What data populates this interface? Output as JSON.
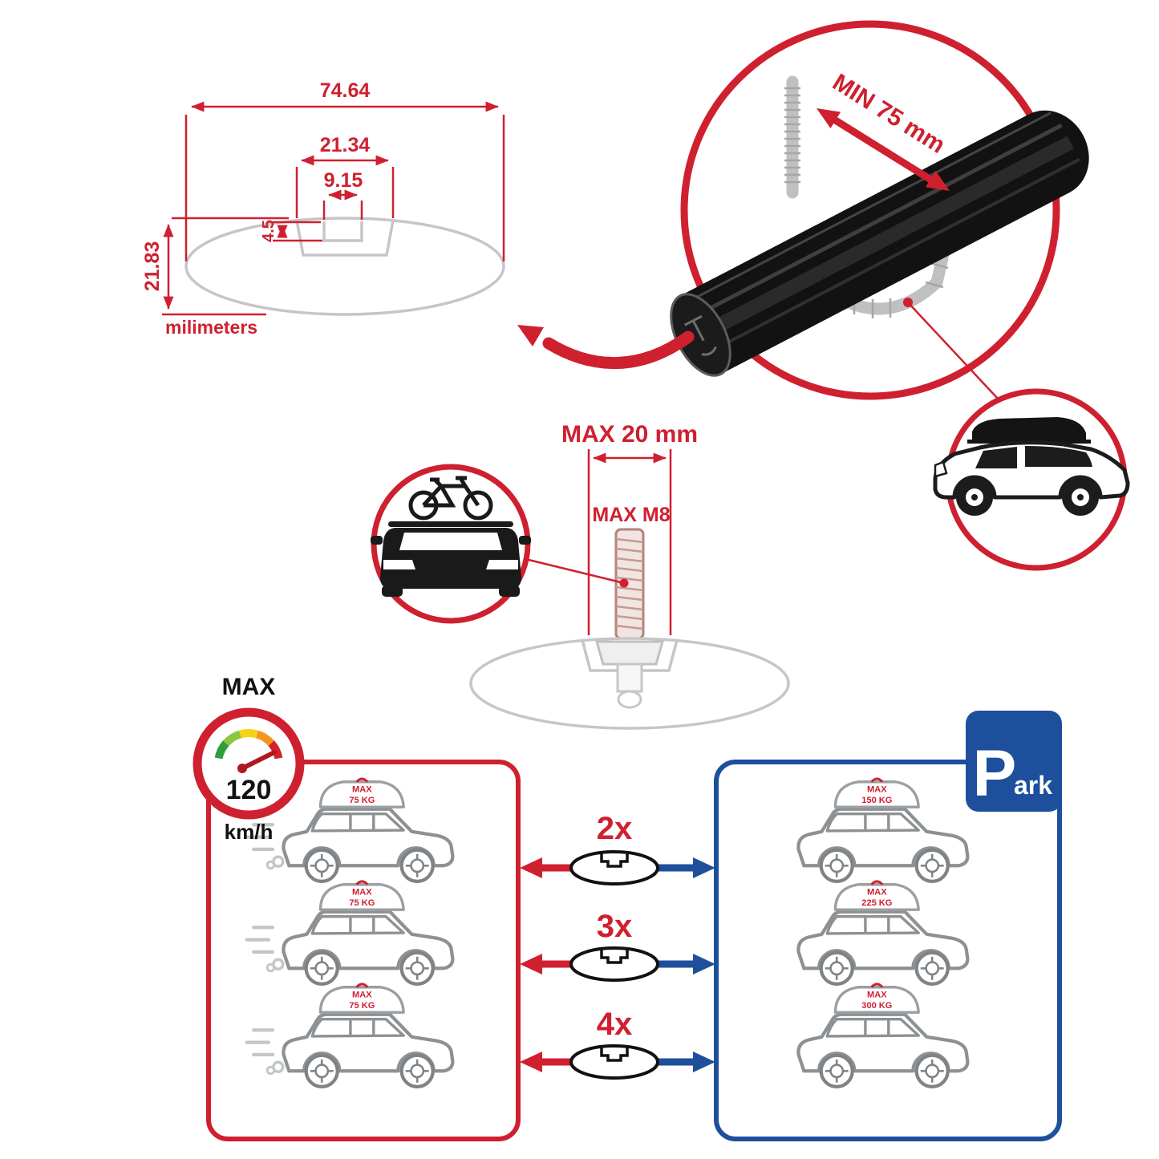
{
  "colors": {
    "red": "#cf2030",
    "blue": "#1d4f9c",
    "gray": "#c6c6c8",
    "dark": "#1a1a1a"
  },
  "profile_dimensions": {
    "total_width": "74.64",
    "channel_width": "21.34",
    "slot_width": "9.15",
    "slot_depth": "4.5",
    "total_height": "21.83",
    "units_label": "milimeters"
  },
  "clamp_detail": {
    "min_clearance_label": "MIN 75 mm"
  },
  "bolt_detail": {
    "max_length_label": "MAX 20 mm",
    "max_thread_label": "MAX M8"
  },
  "speed_limit": {
    "label": "MAX",
    "value": "120",
    "units": "km/h"
  },
  "park_sign": {
    "letter": "P",
    "suffix": "ark"
  },
  "capacity": {
    "rows": [
      {
        "multiplier": "2x",
        "driving": {
          "line1": "MAX",
          "line2": "75 KG"
        },
        "parked": {
          "line1": "MAX",
          "line2": "150 KG"
        }
      },
      {
        "multiplier": "3x",
        "driving": {
          "line1": "MAX",
          "line2": "75 KG"
        },
        "parked": {
          "line1": "MAX",
          "line2": "225 KG"
        }
      },
      {
        "multiplier": "4x",
        "driving": {
          "line1": "MAX",
          "line2": "75 KG"
        },
        "parked": {
          "line1": "MAX",
          "line2": "300 KG"
        }
      }
    ]
  }
}
